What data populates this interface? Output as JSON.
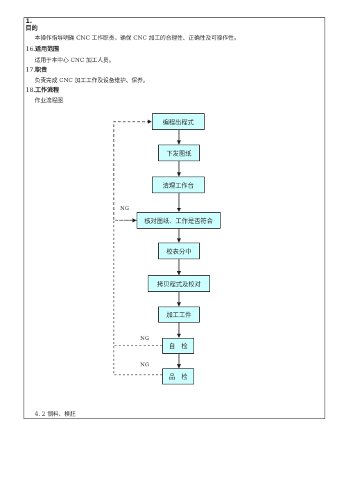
{
  "doc": {
    "section1": {
      "number": "1.",
      "title": "目的",
      "text": "本操作指导明确 CNC 工作职责，确保 CNC 加工的合理性、正确性及可操作性。"
    },
    "section16": {
      "number": "16.",
      "title": "适用范围",
      "text": "适用于本中心 CNC 加工人员。"
    },
    "section17": {
      "number": "17.",
      "title": "职责",
      "text": "负责完成 CNC 加工工作及设备维护、保养。"
    },
    "section18": {
      "number": "18.",
      "title": "工作流程",
      "text": "作业流程图"
    },
    "footer_text": "4. 2 钢料、模胚"
  },
  "flowchart": {
    "steps": [
      "编程出程式",
      "下发图纸",
      "清理工作台",
      "核对图纸、工作是否符合",
      "校表分中",
      "拷贝程式及校对",
      "加工工件",
      "自　检",
      "品　检"
    ],
    "ng_label": "NG"
  }
}
